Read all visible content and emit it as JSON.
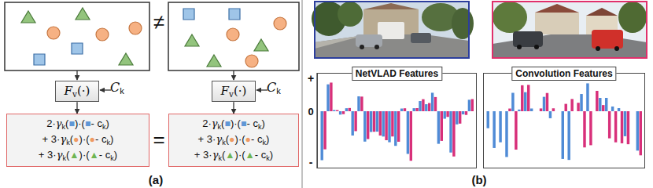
{
  "diagram": {
    "nodes": [
      {
        "text": [
          "Fv(·)"
        ]
      },
      {
        "text": [
          "Fv(·)"
        ]
      },
      {
        "text": [
          "2·γk(■)·(■- ck) + 3·γk(●)·(●- ck) + 3·γk(▲)·(▲- ck)"
        ]
      },
      {
        "text": [
          "2·γk(■)·(■- ck) + 3·γk(●)·(●- ck) + 3·γk(▲)·(▲- ck)"
        ]
      },
      {
        "text": [
          "NetVLAD Features"
        ]
      },
      {
        "text": [
          "Convolution Features"
        ]
      }
    ],
    "edges": [
      {
        "from": 0,
        "to": 2,
        "arrow": "to"
      },
      {
        "from": 1,
        "to": 3,
        "arrow": "to"
      }
    ],
    "labels": [
      "≠",
      "Ck",
      "Ck",
      "=",
      "(a)",
      "+",
      "0",
      "-",
      "(b)"
    ]
  }
}
